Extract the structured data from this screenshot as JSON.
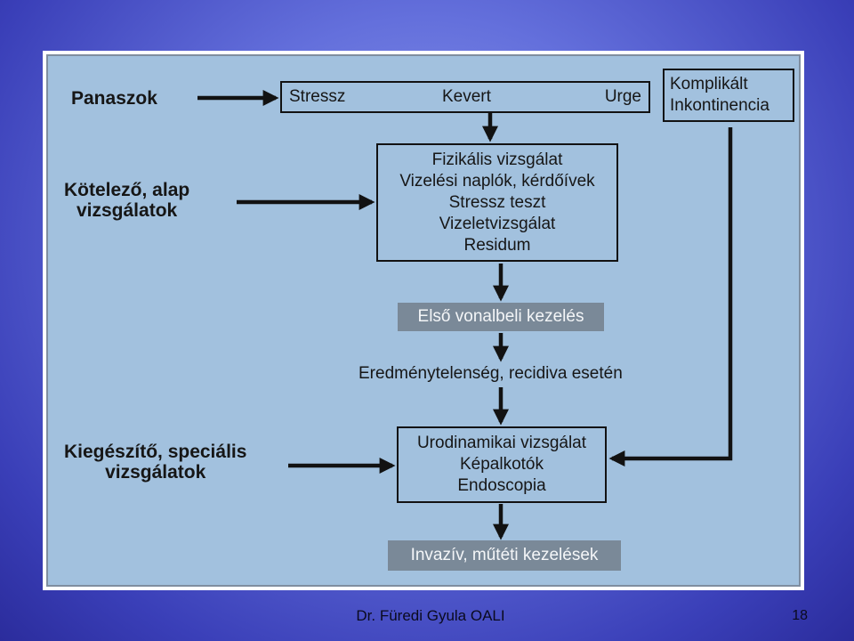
{
  "labels": {
    "panaszok": "Panaszok",
    "kotelezo_line1": "Kötelező, alap",
    "kotelezo_line2": "vizsgálatok",
    "kiegeszito_line1": "Kiegészítő, speciális",
    "kiegeszito_line2": "vizsgálatok"
  },
  "complaints_box": {
    "left": "Stressz",
    "center": "Kevert",
    "right": "Urge"
  },
  "complicated_box": {
    "line1": "Komplikált",
    "line2": "Inkontinencia"
  },
  "basic_exams": [
    "Fizikális vizsgálat",
    "Vizelési naplók, kérdőívek",
    "Stressz teszt",
    "Vizeletvizsgálat",
    "Residum"
  ],
  "first_line_treatment": "Első vonalbeli kezelés",
  "failure_text": "Eredménytelenség, recidiva esetén",
  "special_exams": [
    "Urodinamikai vizsgálat",
    "Képalkotók",
    "Endoscopia"
  ],
  "invasive_treatment": "Invazív, műtéti kezelések",
  "footer": {
    "author": "Dr. Füredi Gyula OALI",
    "page_number": "18"
  },
  "colors": {
    "panel": "#a2c1de",
    "banner": "#7a8998",
    "ink": "#161616"
  }
}
